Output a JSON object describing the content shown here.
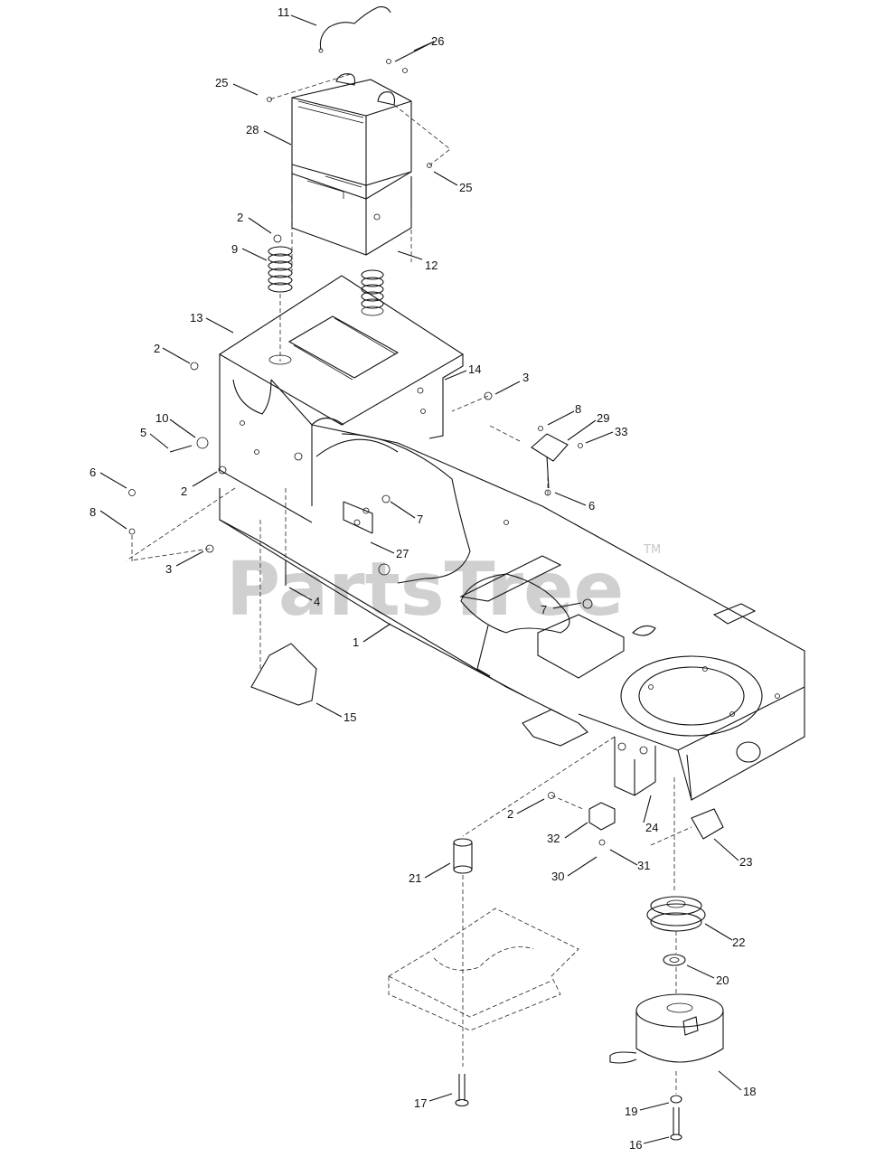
{
  "watermark": {
    "text": "PartsTree",
    "tm": "TM"
  },
  "callouts": [
    {
      "id": "c11",
      "text": "11"
    },
    {
      "id": "c26",
      "text": "26"
    },
    {
      "id": "c25a",
      "text": "25"
    },
    {
      "id": "c28",
      "text": "28"
    },
    {
      "id": "c25b",
      "text": "25"
    },
    {
      "id": "c2a",
      "text": "2"
    },
    {
      "id": "c9",
      "text": "9"
    },
    {
      "id": "c12",
      "text": "12"
    },
    {
      "id": "c13",
      "text": "13"
    },
    {
      "id": "c2b",
      "text": "2"
    },
    {
      "id": "c14",
      "text": "14"
    },
    {
      "id": "c3a",
      "text": "3"
    },
    {
      "id": "c10",
      "text": "10"
    },
    {
      "id": "c5",
      "text": "5"
    },
    {
      "id": "c8a",
      "text": "8"
    },
    {
      "id": "c29",
      "text": "29"
    },
    {
      "id": "c33",
      "text": "33"
    },
    {
      "id": "c6a",
      "text": "6"
    },
    {
      "id": "c2c",
      "text": "2"
    },
    {
      "id": "c6b",
      "text": "6"
    },
    {
      "id": "c7a",
      "text": "7"
    },
    {
      "id": "c8b",
      "text": "8"
    },
    {
      "id": "c27",
      "text": "27"
    },
    {
      "id": "c3b",
      "text": "3"
    },
    {
      "id": "c4",
      "text": "4"
    },
    {
      "id": "c7b",
      "text": "7"
    },
    {
      "id": "c1",
      "text": "1"
    },
    {
      "id": "c15",
      "text": "15"
    },
    {
      "id": "c2d",
      "text": "2"
    },
    {
      "id": "c32",
      "text": "32"
    },
    {
      "id": "c24",
      "text": "24"
    },
    {
      "id": "c23",
      "text": "23"
    },
    {
      "id": "c21",
      "text": "21"
    },
    {
      "id": "c30",
      "text": "30"
    },
    {
      "id": "c31",
      "text": "31"
    },
    {
      "id": "c22",
      "text": "22"
    },
    {
      "id": "c20",
      "text": "20"
    },
    {
      "id": "c18",
      "text": "18"
    },
    {
      "id": "c17",
      "text": "17"
    },
    {
      "id": "c19",
      "text": "19"
    },
    {
      "id": "c16",
      "text": "16"
    }
  ]
}
